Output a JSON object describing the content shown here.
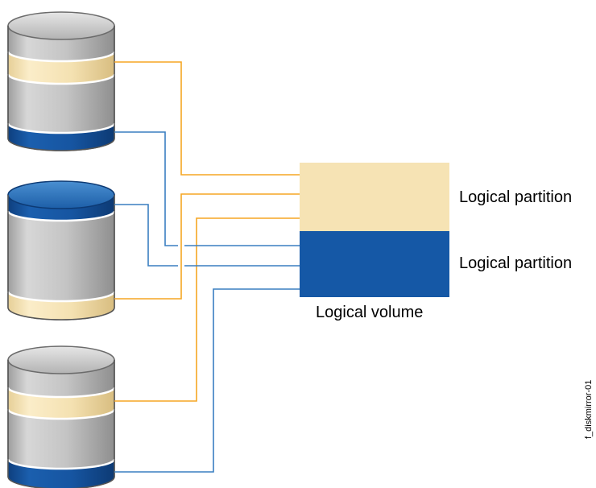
{
  "labels": {
    "partition_1": "Logical partition",
    "partition_2": "Logical partition",
    "volume": "Logical volume",
    "figure_id": "f_diskmirror-01"
  },
  "colors": {
    "copy_a": "#f5a623",
    "copy_b": "#3a7fc1",
    "partition_a_fill": "#f6e3b4",
    "partition_b_fill": "#1558a6",
    "disk_body": "#b8b8b8",
    "disk_top": "#cfcfcf"
  }
}
